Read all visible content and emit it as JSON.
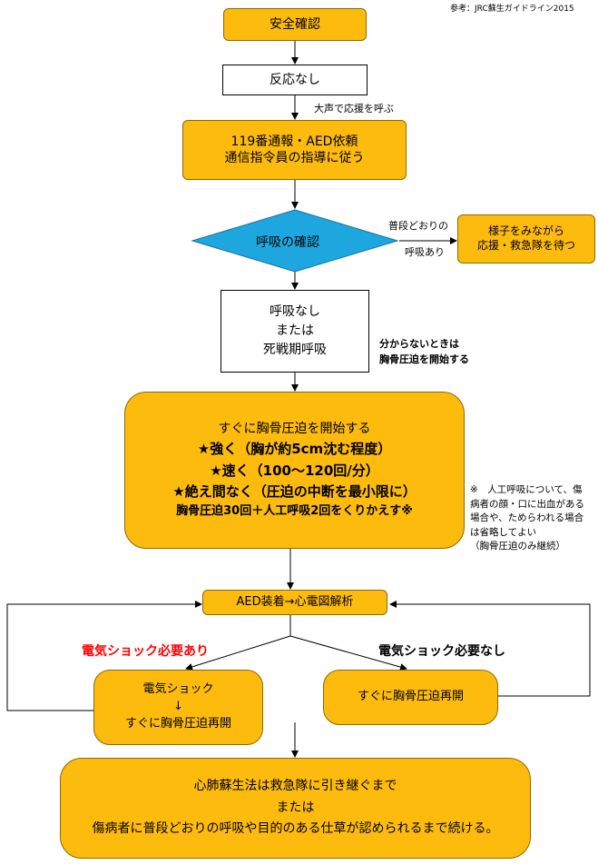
{
  "reference": "参考：JRC蘇生ガイドライン2015",
  "safety_check": "安全確認",
  "no_response": "反応なし",
  "call_out": "大声で応援を呼ぶ",
  "call_119": {
    "line1": "119番通報・AED依頼",
    "line2": "通信指令員の指導に従う"
  },
  "breathing_check": "呼吸の確認",
  "normal_breathing": {
    "line1": "普段どおりの",
    "line2": "呼吸あり"
  },
  "wait_box": {
    "line1": "様子をみながら",
    "line2": "応援・救急隊を待つ"
  },
  "no_breathing": {
    "line1": "呼吸なし",
    "line2": "または",
    "line3": "死戦期呼吸"
  },
  "unsure_note": {
    "line1": "分からないときは",
    "line2": "胸骨圧迫を開始する"
  },
  "cpr": {
    "line1": "すぐに胸骨圧迫を開始する",
    "line2": "★強く（胸が約5cm沈む程度）",
    "line3": "★速く（100〜120回/分）",
    "line4": "★絶え間なく（圧迫の中断を最小限に）",
    "line5": "胸骨圧迫30回＋人工呼吸2回をくりかえす※"
  },
  "side_note": {
    "line1": "※　人工呼吸について、傷",
    "line2": "病者の顔・口に出血がある",
    "line3": "場合や、ためらわれる場合",
    "line4": "は省略してよい",
    "line5": "（胸骨圧迫のみ継続）"
  },
  "aed_box": "AED装着→心電図解析",
  "shock_needed": "電気ショック必要あり",
  "shock_not_needed": "電気ショック必要なし",
  "shock_box": {
    "line1": "電気ショック",
    "arrow": "↓",
    "line2": "すぐに胸骨圧迫再開"
  },
  "resume_box": "すぐに胸骨圧迫再開",
  "final_box": {
    "line1": "心肺蘇生法は救急隊に引き継ぐまで",
    "line2": "または",
    "line3": "傷病者に普段どおりの呼吸や目的のある仕草が認められるまで続ける。"
  },
  "colors": {
    "box_fill": "#fdbb0e",
    "diamond_fill": "#1ea7df",
    "shock_needed_text": "#ff0000"
  }
}
